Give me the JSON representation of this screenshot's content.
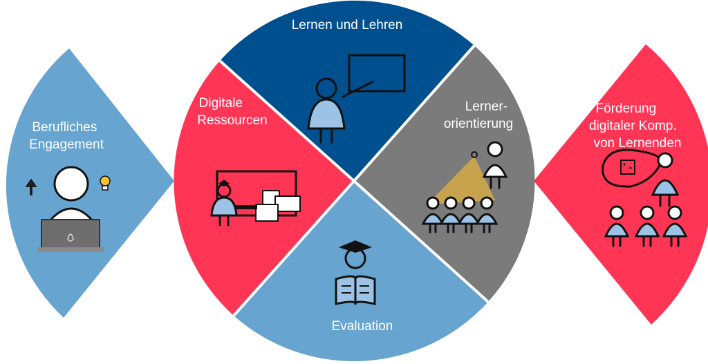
{
  "segments": {
    "lernen_und_lehren": {
      "label": [
        "Lernen und Lehren"
      ],
      "color": "#004f8f"
    },
    "digitale_ressourcen": {
      "label": [
        "Digitale",
        "Ressourcen"
      ],
      "color": "#ff3556"
    },
    "lernerorientierung": {
      "label": [
        "Lerner-",
        "orientierung"
      ],
      "color": "#7b7b7b"
    },
    "evaluation": {
      "label": [
        "Evaluation"
      ],
      "color": "#67a4cf"
    }
  },
  "side_left": {
    "label": [
      "Berufliches",
      "Engagement"
    ],
    "color": "#67a4cf"
  },
  "side_right": {
    "label": [
      "Förderung",
      "digitaler Komp.",
      "von Lernenden"
    ],
    "color": "#ff3556"
  },
  "icons": {
    "teacher_board": "teacher-at-whiteboard-icon",
    "teacher_screens": "teacher-with-devices-icon",
    "spotlight": "teacher-spotlight-students-icon",
    "reader": "student-reading-book-icon",
    "laptop_person": "person-at-laptop-icon",
    "arrow": "upload-arrow-icon",
    "bulb": "lightbulb-icon",
    "thought": "thought-bubble-icon",
    "students": "student-group-icon"
  },
  "colors": {
    "person_fill": "#9cc3e6",
    "laptop": "#6e6e6e",
    "spot": "#e8b53a",
    "bulb": "#f4c430"
  }
}
